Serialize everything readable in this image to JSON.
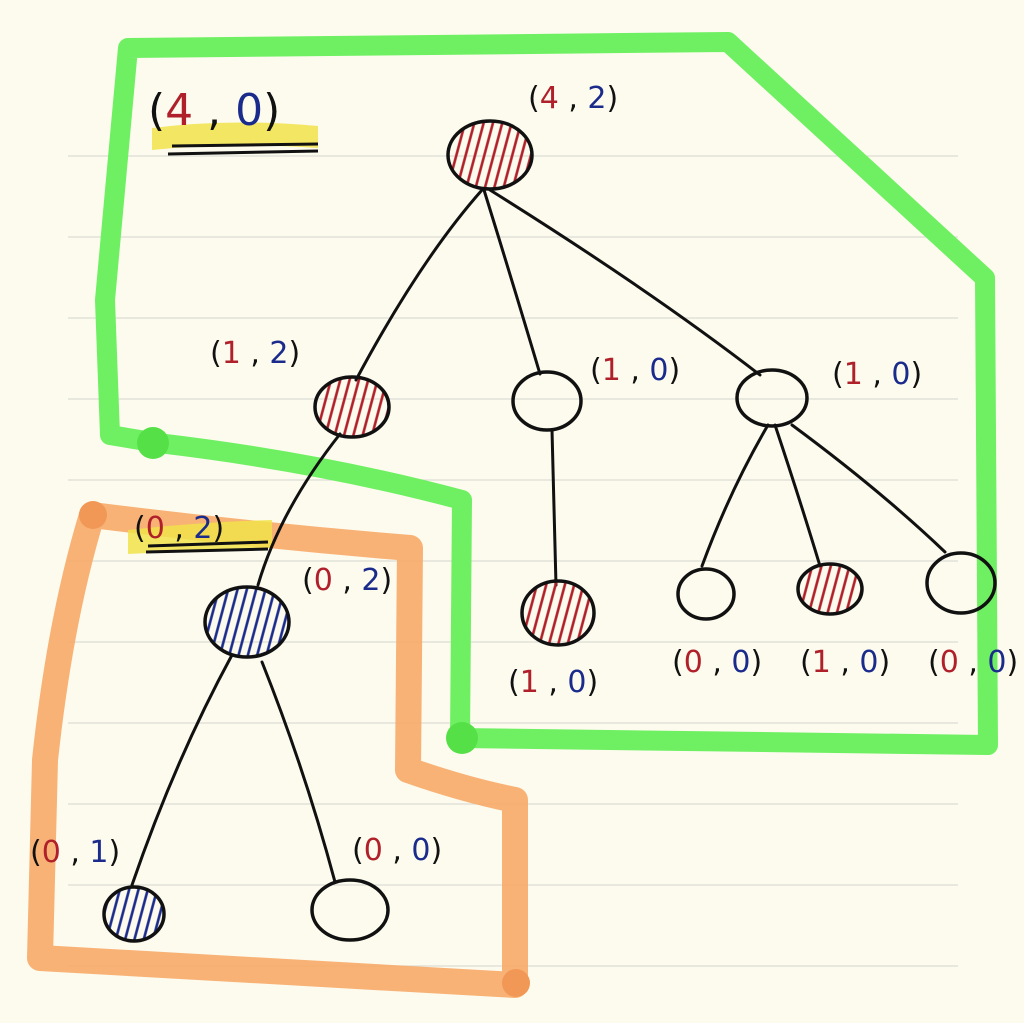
{
  "colors": {
    "background": "#fdfbee",
    "ruled_line": "#dcdcd4",
    "ink": "#111111",
    "red_ink": "#b0202a",
    "blue_ink": "#1a2b8c",
    "green_region": "#6ef062",
    "orange_region": "#f7ab6b",
    "highlight": "#f1e24a"
  },
  "labels": {
    "headline_green": {
      "first": "4",
      "second": "0"
    },
    "headline_orange": {
      "first": "0",
      "second": "2"
    },
    "root": {
      "first": "4",
      "second": "2"
    },
    "n_left": {
      "first": "1",
      "second": "2"
    },
    "n_mid": {
      "first": "1",
      "second": "0"
    },
    "n_right": {
      "first": "1",
      "second": "0"
    },
    "n_left_child": {
      "first": "0",
      "second": "2"
    },
    "n_mid_child": {
      "first": "1",
      "second": "0"
    },
    "n_right_c1": {
      "first": "0",
      "second": "0"
    },
    "n_right_c2": {
      "first": "1",
      "second": "0"
    },
    "n_right_c3": {
      "first": "0",
      "second": "0"
    },
    "n_ll": {
      "first": "0",
      "second": "1"
    },
    "n_lr": {
      "first": "0",
      "second": "0"
    }
  },
  "icons": {
    "node_red_hatched": "red-hatched-circle",
    "node_blue_hatched": "blue-hatched-circle",
    "node_empty": "empty-circle"
  }
}
